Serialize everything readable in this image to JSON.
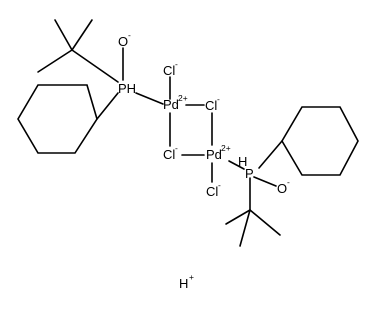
{
  "atoms": {
    "o_top": {
      "label": "O",
      "charge": "-"
    },
    "p_top": {
      "label": "PH"
    },
    "cl_top": {
      "label": "Cl",
      "charge": "-"
    },
    "pd_top": {
      "label": "Pd",
      "charge": "2+"
    },
    "cl_bridge_right": {
      "label": "Cl",
      "charge": "-"
    },
    "cl_bridge_left": {
      "label": "Cl",
      "charge": "-"
    },
    "pd_bottom": {
      "label": "Pd",
      "charge": "2+"
    },
    "h_bottom": {
      "label": "H"
    },
    "p_bottom": {
      "label": "P"
    },
    "cl_bottom": {
      "label": "Cl",
      "charge": "-"
    },
    "o_bottom": {
      "label": "O",
      "charge": "-"
    },
    "h_plus": {
      "label": "H",
      "charge": "+"
    }
  }
}
